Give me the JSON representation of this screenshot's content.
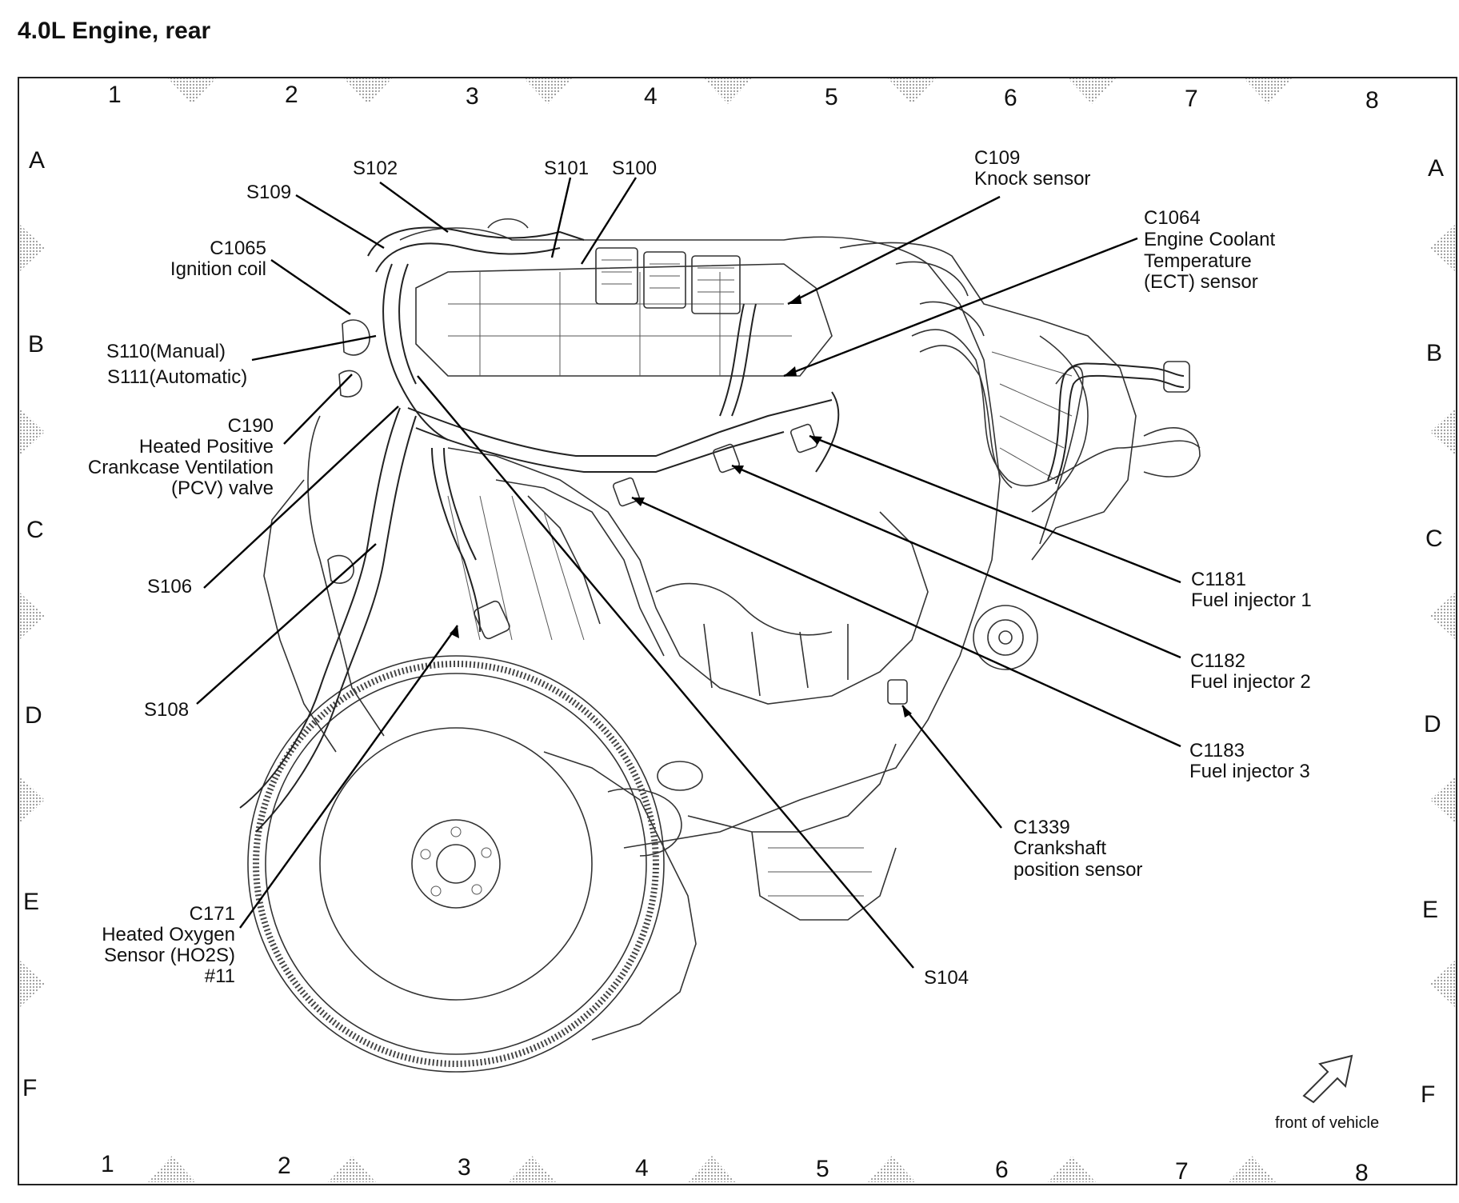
{
  "title": "4.0L Engine, rear",
  "grid": {
    "columns": [
      "1",
      "2",
      "3",
      "4",
      "5",
      "6",
      "7",
      "8"
    ],
    "rows": [
      "A",
      "B",
      "C",
      "D",
      "E",
      "F"
    ]
  },
  "labels": {
    "s109": "S109",
    "s102": "S102",
    "s101": "S101",
    "s100": "S100",
    "c109": [
      "C109",
      "Knock sensor"
    ],
    "c1064": [
      "C1064",
      "Engine Coolant",
      "Temperature",
      "(ECT) sensor"
    ],
    "c1065": [
      "C1065",
      "Ignition coil"
    ],
    "s110": "S110(Manual)",
    "s111": "S111(Automatic)",
    "c190": [
      "C190",
      "Heated Positive",
      "Crankcase Ventilation",
      "(PCV) valve"
    ],
    "s106": "S106",
    "s108": "S108",
    "c171": [
      "C171",
      "Heated Oxygen",
      "Sensor (HO2S)",
      "#11"
    ],
    "s104": "S104",
    "c1181": [
      "C1181",
      "Fuel injector 1"
    ],
    "c1182": [
      "C1182",
      "Fuel injector 2"
    ],
    "c1183": [
      "C1183",
      "Fuel injector 3"
    ],
    "c1339": [
      "C1339",
      "Crankshaft",
      "position sensor"
    ]
  },
  "orientation": "front of vehicle"
}
